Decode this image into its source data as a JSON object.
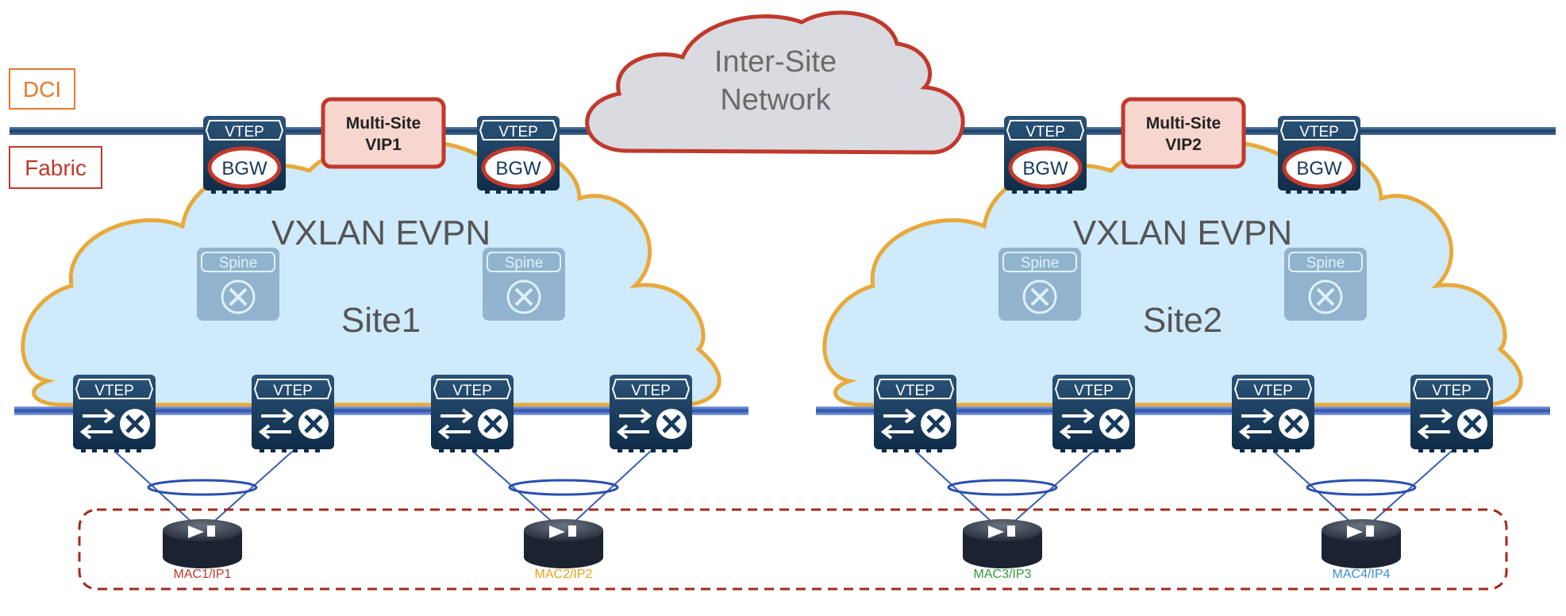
{
  "legend": {
    "dci": "DCI",
    "fabric": "Fabric"
  },
  "inter_site_cloud": {
    "line1": "Inter-Site",
    "line2": "Network"
  },
  "device_labels": {
    "vtep": "VTEP",
    "bgw": "BGW",
    "spine": "Spine"
  },
  "sites": [
    {
      "name": "Site1",
      "fabric_label": "VXLAN EVPN",
      "vip": {
        "line1": "Multi-Site",
        "line2": "VIP1"
      },
      "hosts": [
        {
          "label": "MAC1/IP1",
          "color": "#c0392b"
        },
        {
          "label": "MAC2/IP2",
          "color": "#e8a21c"
        }
      ]
    },
    {
      "name": "Site2",
      "fabric_label": "VXLAN EVPN",
      "vip": {
        "line1": "Multi-Site",
        "line2": "VIP2"
      },
      "hosts": [
        {
          "label": "MAC3/IP3",
          "color": "#2e9a3a"
        },
        {
          "label": "MAC4/IP4",
          "color": "#3a8fd6"
        }
      ]
    }
  ],
  "colors": {
    "dci_accent": "#e8782c",
    "fabric_accent": "#c0392b",
    "device_dark": "#163a5c",
    "cloud_fill": "#c8e8f8",
    "cloud_outline": "#e8a93a",
    "vip_fill": "#f6d6cf",
    "vip_border": "#c0392b",
    "dashed_group": "#a12a1e"
  }
}
